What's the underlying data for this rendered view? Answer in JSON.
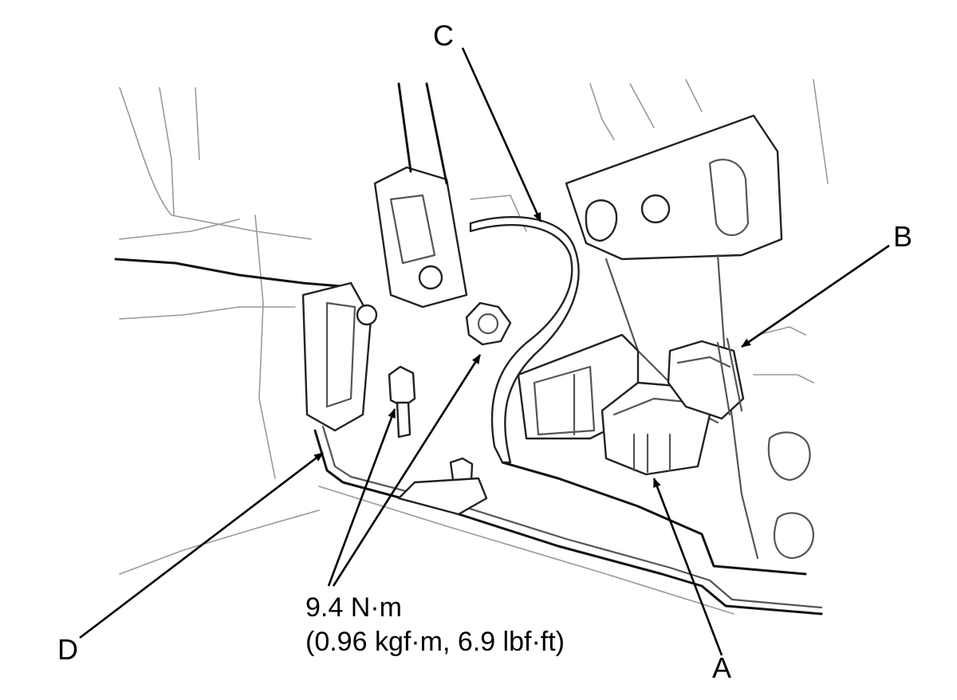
{
  "callouts": {
    "a": "A",
    "b": "B",
    "c": "C",
    "d": "D"
  },
  "torque": {
    "value": "9.4 N·m",
    "conversion": "(0.96 kgf·m, 6.9 lbf·ft)"
  },
  "colors": {
    "ink": "#000000",
    "line_art": "#222222",
    "background": "#ffffff"
  }
}
